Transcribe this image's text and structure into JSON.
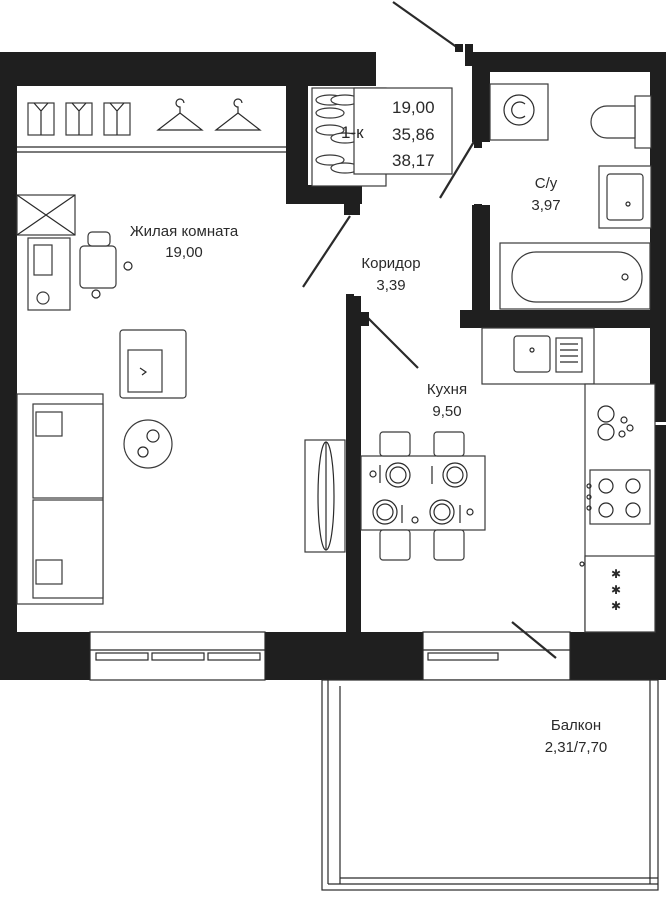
{
  "apartment": {
    "type_label": "1-к",
    "area_living": "19,00",
    "area_total": "35,86",
    "area_total_with_balcony": "38,17"
  },
  "rooms": {
    "living": {
      "name": "Жилая комната",
      "area": "19,00"
    },
    "corridor": {
      "name": "Коридор",
      "area": "3,39"
    },
    "bathroom": {
      "name": "С/у",
      "area": "3,97"
    },
    "kitchen": {
      "name": "Кухня",
      "area": "9,50"
    },
    "balcony": {
      "name": "Балкон",
      "area": "2,31/7,70"
    }
  }
}
